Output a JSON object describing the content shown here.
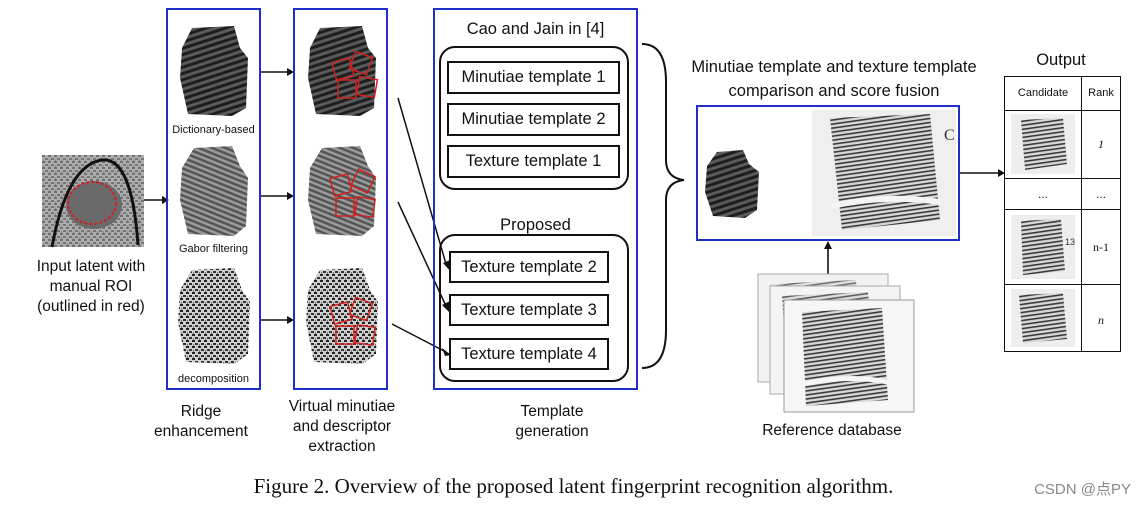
{
  "input": {
    "label": "Input latent with manual ROI (outlined in red)"
  },
  "ridge": {
    "items": [
      "Dictionary-based",
      "Gabor filtering",
      "decomposition"
    ],
    "label": "Ridge enhancement"
  },
  "minutiae": {
    "label": "Virtual minutiae and descriptor extraction"
  },
  "templates": {
    "cao_title": "Cao and Jain in [4]",
    "cao_items": [
      "Minutiae template 1",
      "Minutiae template 2",
      "Texture template 1"
    ],
    "proposed_title": "Proposed",
    "proposed_items": [
      "Texture template 2",
      "Texture template 3",
      "Texture template 4"
    ],
    "label": "Template generation"
  },
  "comparison": {
    "title": "Minutiae template and texture template comparison and score fusion"
  },
  "reference": {
    "label": "Reference database"
  },
  "output": {
    "title": "Output",
    "col_candidate": "Candidate",
    "col_rank": "Rank",
    "ranks": [
      "1",
      "...",
      "n-1",
      "n"
    ],
    "dots": "..."
  },
  "caption": "Figure 2. Overview of the proposed latent fingerprint recognition algorithm.",
  "watermark": "CSDN @点PY",
  "colors": {
    "frame_blue": "#1f2fc8",
    "roi_red": "#d02020"
  }
}
